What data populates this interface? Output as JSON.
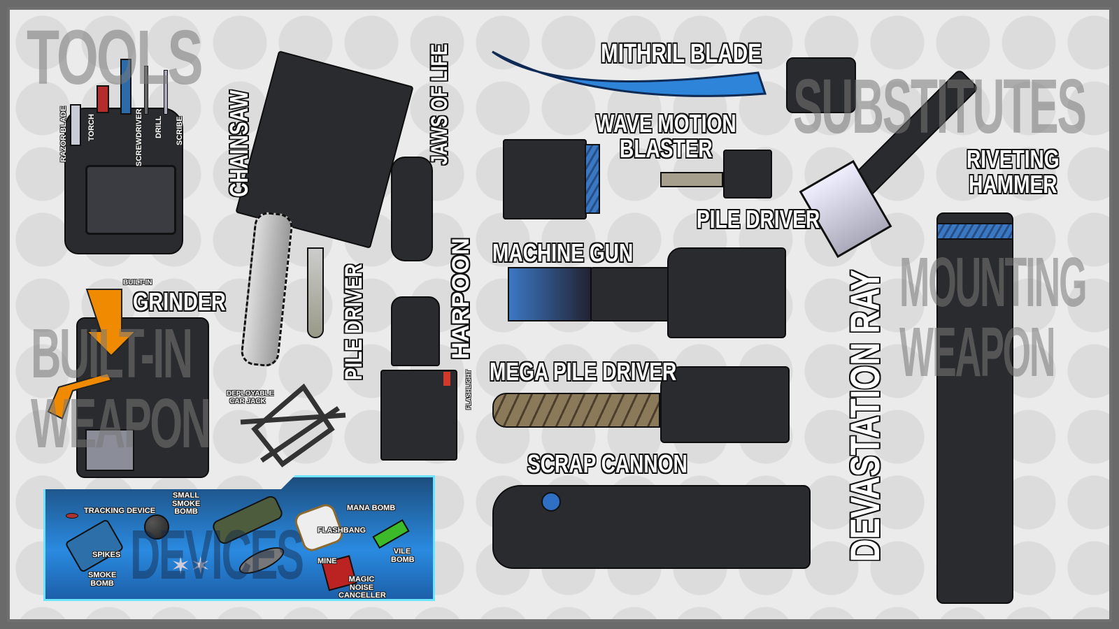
{
  "background_words": {
    "tools": "TOOLS",
    "built_in_weapon": "BUILT-IN WEAPON",
    "substitutes": "SUBSTITUTES",
    "mounting_weapon": "MOUNTING WEAPON",
    "devices": "DEVICES"
  },
  "tools": {
    "razor_blade": "RAZOR BLADE",
    "torch": "TORCH",
    "screwdriver": "SCREWDRIVER",
    "drill": "DRILL",
    "scribe": "SCRIBE"
  },
  "built_in": {
    "chainsaw": "CHAINSAW",
    "jaws_of_life": "JAWS OF LIFE",
    "grinder_prefix": "BUILT-IN",
    "grinder": "GRINDER",
    "pile_driver": "PILE DRIVER",
    "harpoon": "HARPOON",
    "flashlight": "FLASHLIGHT",
    "car_jack": "DEPLOYABLE CAR JACK"
  },
  "devices": {
    "tracking_device": "TRACKING DEVICE",
    "small_smoke_bomb": "SMALL SMOKE BOMB",
    "mana_bomb": "MANA BOMB",
    "flashbang": "FLASHBANG",
    "spikes": "SPIKES",
    "mine": "MINE",
    "smoke_bomb": "SMOKE BOMB",
    "magic_noise_canceller": "MAGIC NOISE CANCELLER",
    "vile_bomb": "VILE BOMB"
  },
  "substitutes": {
    "mithril_blade": "MITHRIL BLADE",
    "wave_motion_blaster": "WAVE MOTION BLASTER",
    "pile_driver": "PILE DRIVER",
    "riveting_hammer": "RIVETING HAMMER",
    "machine_gun": "MACHINE GUN",
    "mega_pile_driver": "MEGA PILE DRIVER",
    "scrap_cannon": "SCRAP CANNON",
    "devastation_ray": "DEVASTATION RAY"
  },
  "colors": {
    "accent_blue": "#3b78c4",
    "device_panel": "#2a8ae0",
    "glow": "#6ee4ff",
    "arrow": "#f08a00"
  }
}
